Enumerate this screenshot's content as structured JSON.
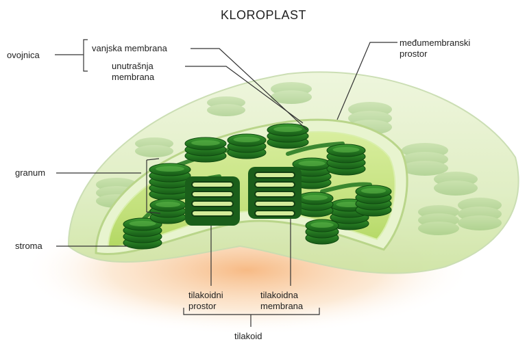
{
  "title": "KLOROPLAST",
  "labels": {
    "ovojnica": "ovojnica",
    "vanjska_membrana": "vanjska membrana",
    "unutrasnja_membrana_1": "unutrašnja",
    "unutrasnja_membrana_2": "membrana",
    "medumembranski_1": "međumembranski",
    "medumembranski_2": "prostor",
    "granum": "granum",
    "stroma": "stroma",
    "tilakoidni_1": "tilakoidni",
    "tilakoidni_2": "prostor",
    "tilakoidna_1": "tilakoidna",
    "tilakoidna_2": "membrana",
    "tilakoid": "tilakoid"
  },
  "colors": {
    "envelope": "#e6f2cf",
    "stroma": "#c8e68a",
    "granum_dark": "#1f6b1f",
    "granum_mid": "#2f8a2a",
    "glow": "#f6c089"
  }
}
